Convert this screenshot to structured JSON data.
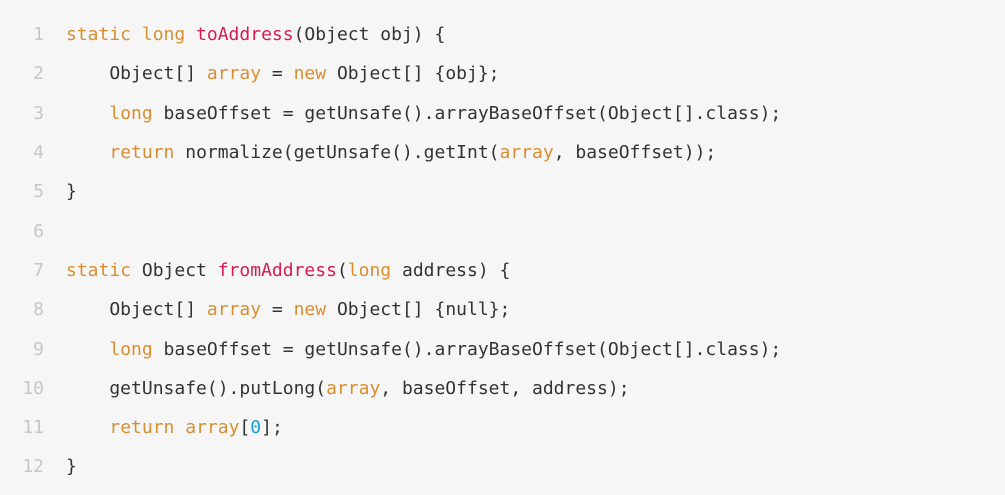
{
  "colors": {
    "background": "#f6f6f6",
    "text": "#333333",
    "line_number": "#c6c6c6",
    "keyword": "#d98e2e",
    "function_name": "#d81b52",
    "number": "#1a9fd9"
  },
  "code_lines": [
    {
      "number": "1",
      "tokens": [
        {
          "t": "static ",
          "c": "kw"
        },
        {
          "t": "long ",
          "c": "kw"
        },
        {
          "t": "toAddress",
          "c": "fn"
        },
        {
          "t": "(Object obj) {",
          "c": "plain"
        }
      ]
    },
    {
      "number": "2",
      "tokens": [
        {
          "t": "    Object[] ",
          "c": "plain"
        },
        {
          "t": "array",
          "c": "kw"
        },
        {
          "t": " = ",
          "c": "plain"
        },
        {
          "t": "new",
          "c": "kw"
        },
        {
          "t": " Object[] {obj};",
          "c": "plain"
        }
      ]
    },
    {
      "number": "3",
      "tokens": [
        {
          "t": "    ",
          "c": "plain"
        },
        {
          "t": "long",
          "c": "kw"
        },
        {
          "t": " baseOffset = getUnsafe().arrayBaseOffset(Object[].class);",
          "c": "plain"
        }
      ]
    },
    {
      "number": "4",
      "tokens": [
        {
          "t": "    ",
          "c": "plain"
        },
        {
          "t": "return",
          "c": "kw"
        },
        {
          "t": " normalize(getUnsafe().getInt(",
          "c": "plain"
        },
        {
          "t": "array",
          "c": "kw"
        },
        {
          "t": ", baseOffset));",
          "c": "plain"
        }
      ]
    },
    {
      "number": "5",
      "tokens": [
        {
          "t": "}",
          "c": "plain"
        }
      ]
    },
    {
      "number": "6",
      "tokens": []
    },
    {
      "number": "7",
      "tokens": [
        {
          "t": "static",
          "c": "kw"
        },
        {
          "t": " Object ",
          "c": "plain"
        },
        {
          "t": "fromAddress",
          "c": "fn"
        },
        {
          "t": "(",
          "c": "plain"
        },
        {
          "t": "long",
          "c": "kw"
        },
        {
          "t": " address) {",
          "c": "plain"
        }
      ]
    },
    {
      "number": "8",
      "tokens": [
        {
          "t": "    Object[] ",
          "c": "plain"
        },
        {
          "t": "array",
          "c": "kw"
        },
        {
          "t": " = ",
          "c": "plain"
        },
        {
          "t": "new",
          "c": "kw"
        },
        {
          "t": " Object[] {null};",
          "c": "plain"
        }
      ]
    },
    {
      "number": "9",
      "tokens": [
        {
          "t": "    ",
          "c": "plain"
        },
        {
          "t": "long",
          "c": "kw"
        },
        {
          "t": " baseOffset = getUnsafe().arrayBaseOffset(Object[].class);",
          "c": "plain"
        }
      ]
    },
    {
      "number": "10",
      "tokens": [
        {
          "t": "    getUnsafe().putLong(",
          "c": "plain"
        },
        {
          "t": "array",
          "c": "kw"
        },
        {
          "t": ", baseOffset, address);",
          "c": "plain"
        }
      ]
    },
    {
      "number": "11",
      "tokens": [
        {
          "t": "    ",
          "c": "plain"
        },
        {
          "t": "return",
          "c": "kw"
        },
        {
          "t": " ",
          "c": "plain"
        },
        {
          "t": "array",
          "c": "kw"
        },
        {
          "t": "[",
          "c": "plain"
        },
        {
          "t": "0",
          "c": "num"
        },
        {
          "t": "];",
          "c": "plain"
        }
      ]
    },
    {
      "number": "12",
      "tokens": [
        {
          "t": "}",
          "c": "plain"
        }
      ]
    }
  ]
}
